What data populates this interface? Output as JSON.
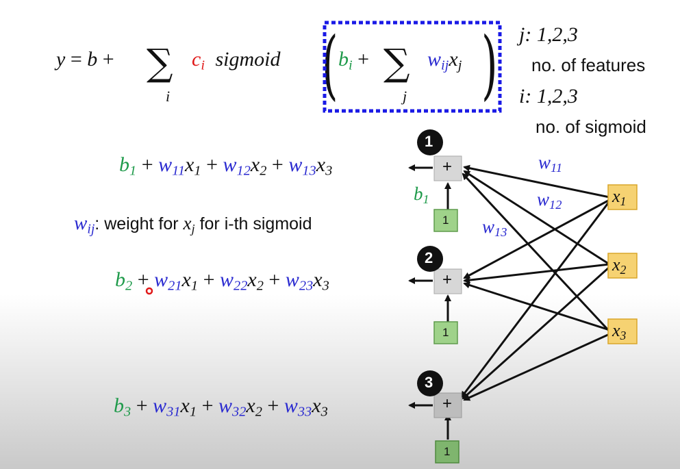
{
  "formula": {
    "y": "y",
    "eq": "=",
    "b": "b",
    "plus": "+",
    "sigma": "∑",
    "sum_i": "i",
    "c": "c",
    "c_sub": "i",
    "sigmoid": "sigmoid",
    "bi": "b",
    "bi_sub": "i",
    "sum_j": "j",
    "w": "w",
    "w_sub": "ij",
    "x": "x",
    "x_sub": "j"
  },
  "notes": {
    "j_range": "j: 1,2,3",
    "features": "no. of features",
    "i_range": "i: 1,2,3",
    "sigmoids": "no. of sigmoid"
  },
  "definition": {
    "symbol": "w",
    "symbol_sub": "ij",
    "text1": ": weight for ",
    "x": "x",
    "x_sub": "j",
    "text2": " for i-th sigmoid"
  },
  "rows": [
    {
      "b": "b",
      "b_sub": "1",
      "w1": "w",
      "w1_sub": "11",
      "w2": "w",
      "w2_sub": "12",
      "w3": "w",
      "w3_sub": "13"
    },
    {
      "b": "b",
      "b_sub": "2",
      "w1": "w",
      "w1_sub": "21",
      "w2": "w",
      "w2_sub": "22",
      "w3": "w",
      "w3_sub": "23"
    },
    {
      "b": "b",
      "b_sub": "3",
      "w1": "w",
      "w1_sub": "31",
      "w2": "w",
      "w2_sub": "32",
      "w3": "w",
      "w3_sub": "33"
    }
  ],
  "row_x": [
    "x",
    "x",
    "x"
  ],
  "row_x_subs": [
    "1",
    "2",
    "3"
  ],
  "nodes": [
    {
      "badge": "1",
      "plus": "+",
      "one": "1"
    },
    {
      "badge": "2",
      "plus": "+",
      "one": "1"
    },
    {
      "badge": "3",
      "plus": "+",
      "one": "1"
    }
  ],
  "inputs": [
    {
      "x": "x",
      "sub": "1"
    },
    {
      "x": "x",
      "sub": "2"
    },
    {
      "x": "x",
      "sub": "3"
    }
  ],
  "edge_labels": {
    "w11": "w",
    "w11_sub": "11",
    "w12": "w",
    "w12_sub": "12",
    "w13": "w",
    "w13_sub": "13",
    "b1": "b",
    "b1_sub": "1"
  },
  "colors": {
    "green": "#1e9a4a",
    "blue": "#2a2ad0",
    "red": "#e01818",
    "dashed_box": "#1a1ae6",
    "input_fill": "#f6d272",
    "input_border": "#d9a62a",
    "one_fill": "#9fd28a",
    "one_border": "#5f9b4c",
    "sum_fill": "#d7d7d7"
  }
}
